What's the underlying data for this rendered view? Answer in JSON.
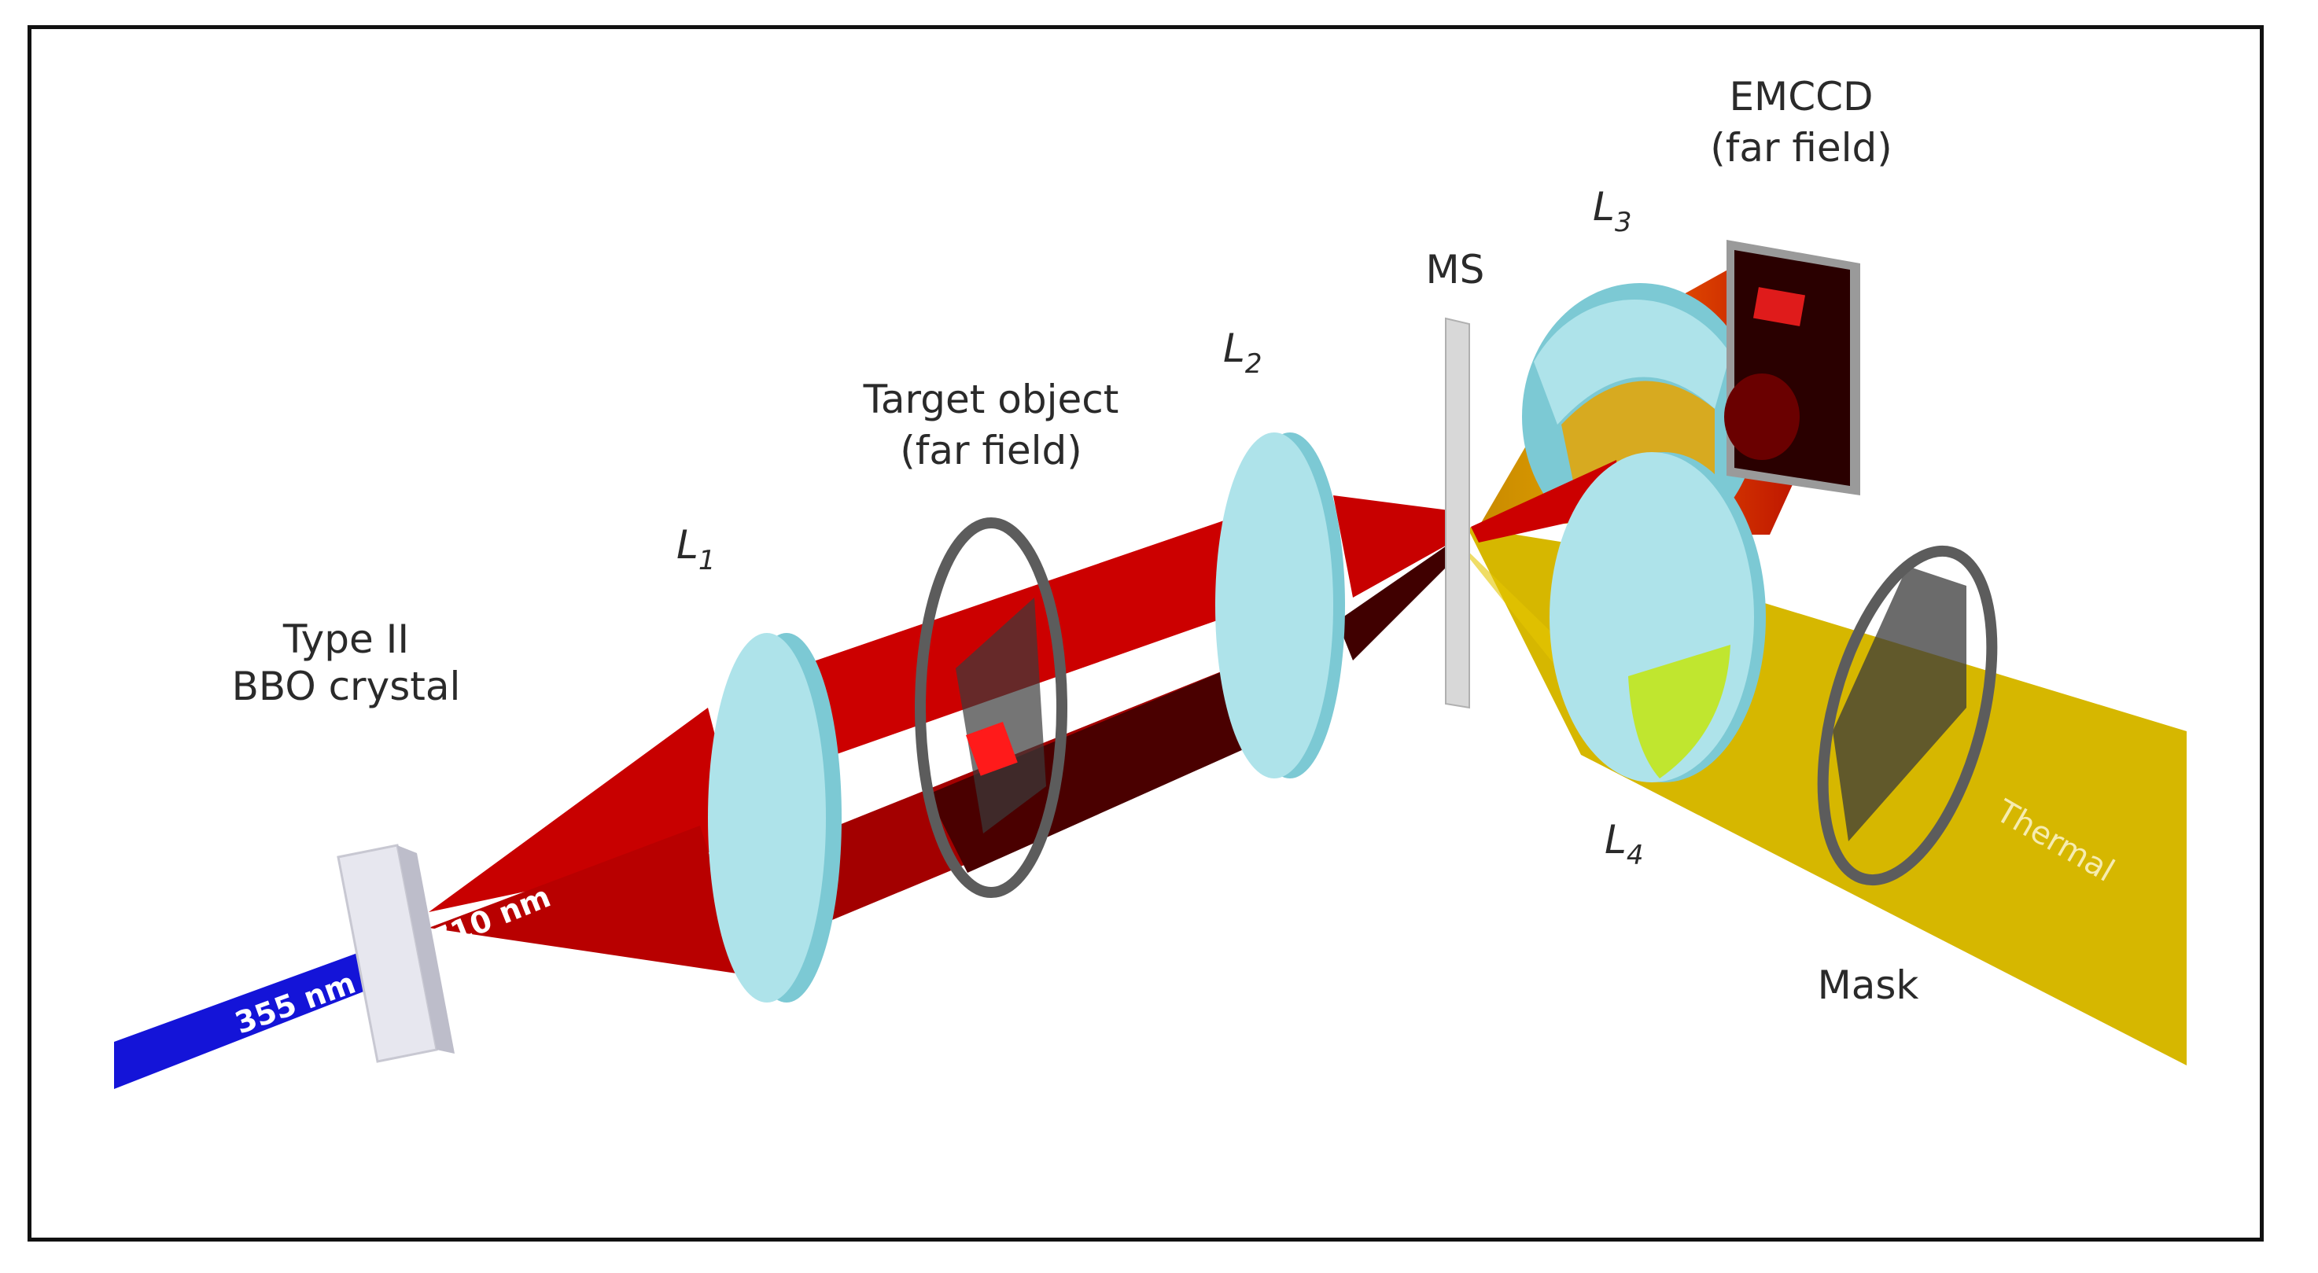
{
  "labels": {
    "crystal_line1": "Type II",
    "crystal_line2": "BBO crystal",
    "lens1_letter": "L",
    "lens1_sub": "1",
    "target_line1": "Target object",
    "target_line2": "(far field)",
    "lens2_letter": "L",
    "lens2_sub": "2",
    "ms": "MS",
    "lens3_letter": "L",
    "lens3_sub": "3",
    "emccd_line1": "EMCCD",
    "emccd_line2": "(far field)",
    "lens4_letter": "L",
    "lens4_sub": "4",
    "mask": "Mask",
    "pump_wavelength": "355 nm",
    "signal_wavelength": "710 nm",
    "thermal": "Thermal"
  },
  "colors": {
    "pump_beam": "#1414d8",
    "photon_beam": "#cc0000",
    "photon_beam_dark": "#4a0000",
    "lens": "#aee3ea",
    "lens_edge": "#7cc9d4",
    "thermal_beam": "#d6b700",
    "ring": "#5c5c5c",
    "crystal": "#e7e7ef"
  },
  "icons": [
    "bbo-crystal-icon",
    "lens-icon",
    "target-object-icon",
    "mirror-splitter-icon",
    "emccd-camera-icon",
    "mask-icon"
  ]
}
